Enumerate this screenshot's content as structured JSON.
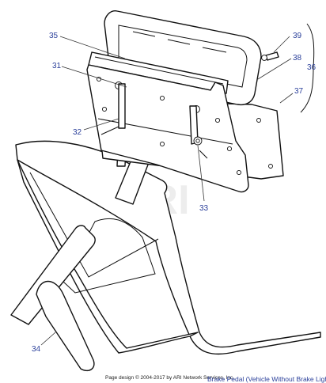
{
  "callouts": [
    {
      "id": "c31",
      "label": "31"
    },
    {
      "id": "c32",
      "label": "32"
    },
    {
      "id": "c33",
      "label": "33"
    },
    {
      "id": "c34",
      "label": "34"
    },
    {
      "id": "c35",
      "label": "35"
    },
    {
      "id": "c36",
      "label": "36"
    },
    {
      "id": "c37",
      "label": "37"
    },
    {
      "id": "c38",
      "label": "38"
    },
    {
      "id": "c39",
      "label": "39"
    }
  ],
  "watermark": "ARI",
  "footer": {
    "credit": "Page design © 2004-2017 by ARI Network Services, Inc.",
    "title": "Brake Pedal (Vehicle Without Brake Lights)"
  },
  "colors": {
    "callout": "#2a3f9a",
    "line": "#111111"
  }
}
